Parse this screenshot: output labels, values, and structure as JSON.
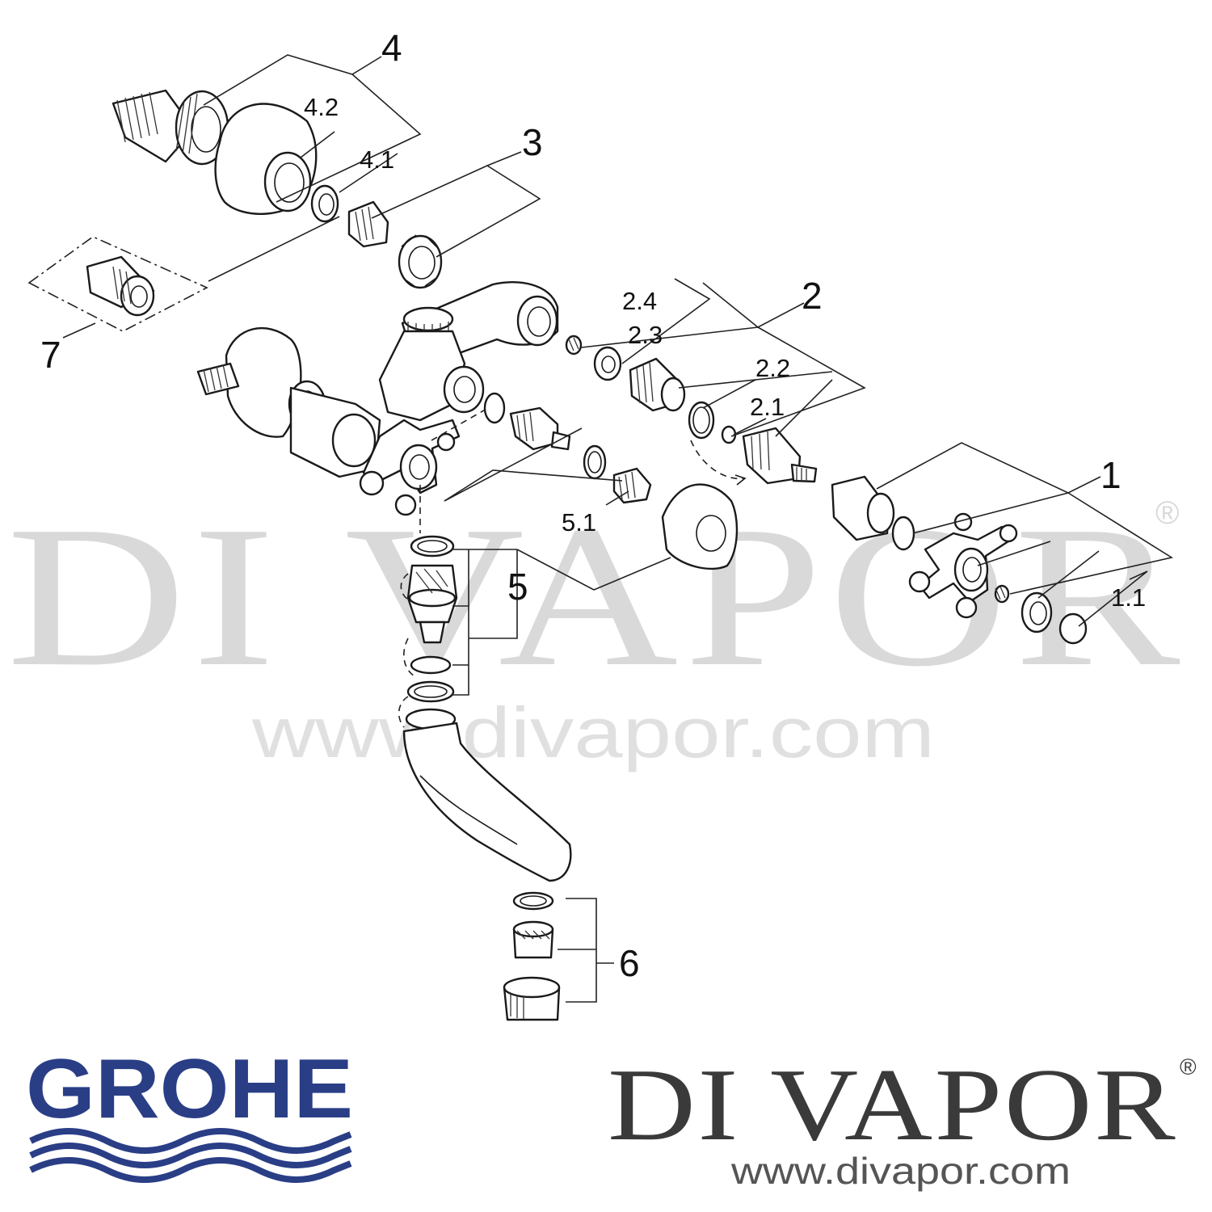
{
  "diagram": {
    "callouts": {
      "c4": "4",
      "c4_2": "4.2",
      "c4_1": "4.1",
      "c3": "3",
      "c7": "7",
      "c2_4": "2.4",
      "c2_3": "2.3",
      "c2": "2",
      "c2_2": "2.2",
      "c2_1": "2.1",
      "c1": "1",
      "c5_1": "5.1",
      "c5": "5",
      "c1_1": "1.1",
      "c6": "6"
    }
  },
  "watermark": {
    "text": "DI VAPOR",
    "registered": "®",
    "url": "www.divapor.com"
  },
  "branding": {
    "grohe": "GROHE",
    "grohe_color": "#2a3e86",
    "divapor": "DI VAPOR",
    "divapor_registered": "®",
    "divapor_url": "www.divapor.com"
  }
}
